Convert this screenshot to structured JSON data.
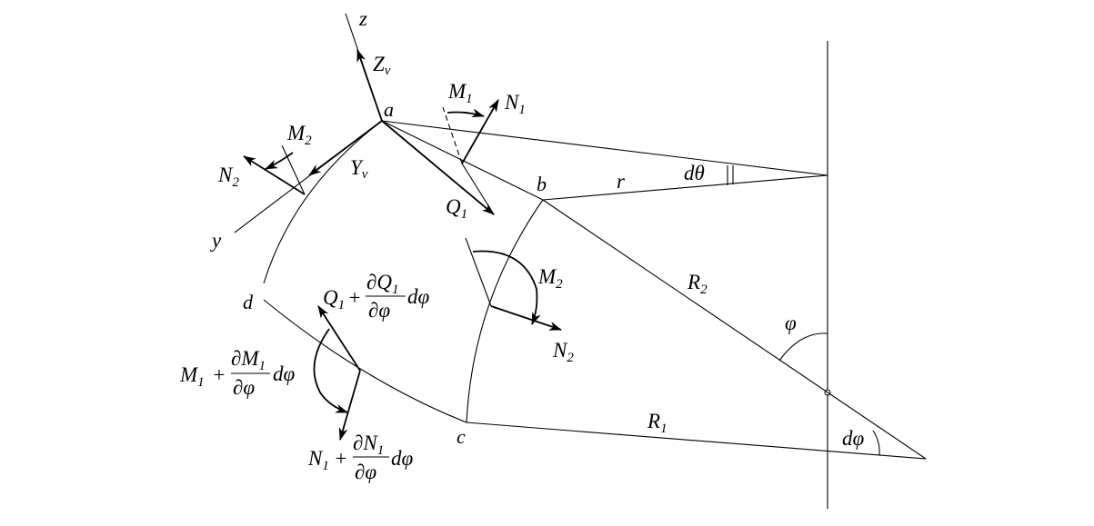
{
  "labels": {
    "z": "z",
    "y": "y",
    "Zv_main": "Z",
    "Zv_sub": "v",
    "Yv_main": "Y",
    "Yv_sub": "v",
    "a": "a",
    "b": "b",
    "c": "c",
    "d": "d",
    "M1_main": "M",
    "M1_sub": "1",
    "N1_main": "N",
    "N1_sub": "1",
    "M2_top_main": "M",
    "M2_top_sub": "2",
    "N2_left_main": "N",
    "N2_left_sub": "2",
    "Q1_main": "Q",
    "Q1_sub": "1",
    "M2_mid_main": "M",
    "M2_mid_sub": "2",
    "N2_mid_main": "N",
    "N2_mid_sub": "2",
    "r": "r",
    "dtheta": "dθ",
    "R2_main": "R",
    "R2_sub": "2",
    "phi": "φ",
    "R1_main": "R",
    "R1_sub": "1",
    "dphi": "dφ",
    "plus": "+",
    "partial": "∂",
    "dphi_term": "dφ",
    "frac_den": "∂φ",
    "Q1d_main": "Q",
    "Q1d_sub": "1",
    "M1d_main": "M",
    "M1d_sub": "1",
    "N1d_main": "N",
    "N1d_sub": "1"
  },
  "icons": [
    "arrowhead",
    "moment-arc"
  ]
}
